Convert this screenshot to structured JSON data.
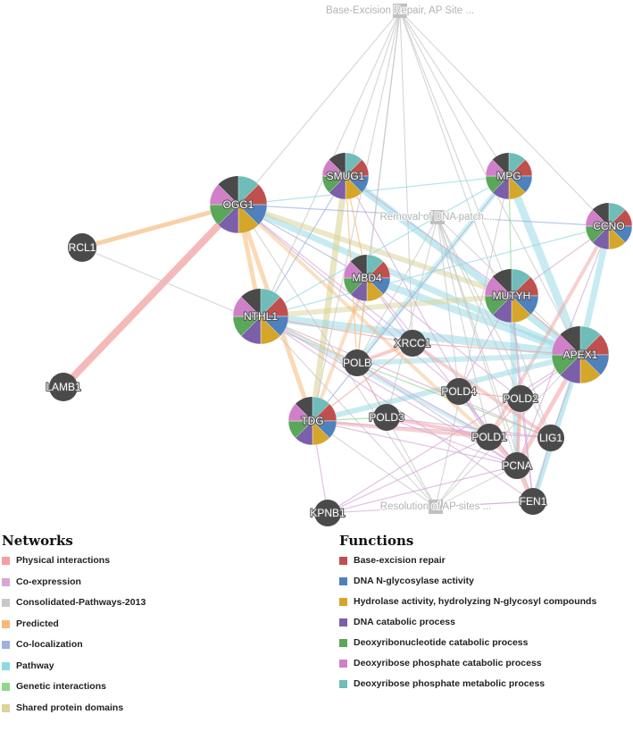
{
  "network": {
    "pathway_nodes": [
      {
        "id": "ber",
        "label": "Base-Excision Repair, AP Site ..."
      },
      {
        "id": "removal",
        "label": "Removal of DNA patch ..."
      },
      {
        "id": "resolution",
        "label": "Resolution of AP sites ..."
      }
    ],
    "gene_nodes": [
      {
        "id": "OGG1",
        "label": "OGG1",
        "pie": true
      },
      {
        "id": "SMUG1",
        "label": "SMUG1",
        "pie": true
      },
      {
        "id": "MPG",
        "label": "MPG",
        "pie": true
      },
      {
        "id": "CCNO",
        "label": "CCNO",
        "pie": true
      },
      {
        "id": "MBD4",
        "label": "MBD4",
        "pie": true
      },
      {
        "id": "MUTYH",
        "label": "MUTYH",
        "pie": true
      },
      {
        "id": "NTHL1",
        "label": "NTHL1",
        "pie": true
      },
      {
        "id": "APEX1",
        "label": "APEX1",
        "pie": true
      },
      {
        "id": "TDG",
        "label": "TDG",
        "pie": true
      },
      {
        "id": "RCL1",
        "label": "RCL1",
        "pie": false
      },
      {
        "id": "LAMB1",
        "label": "LAMB1",
        "pie": false
      },
      {
        "id": "XRCC1",
        "label": "XRCC1",
        "pie": false
      },
      {
        "id": "POLB",
        "label": "POLB",
        "pie": false
      },
      {
        "id": "POLD4",
        "label": "POLD4",
        "pie": false
      },
      {
        "id": "POLD2",
        "label": "POLD2",
        "pie": false
      },
      {
        "id": "POLD3",
        "label": "POLD3",
        "pie": false
      },
      {
        "id": "POLD1",
        "label": "POLD1",
        "pie": false
      },
      {
        "id": "LIG1",
        "label": "LIG1",
        "pie": false
      },
      {
        "id": "PCNA",
        "label": "PCNA",
        "pie": false
      },
      {
        "id": "FEN1",
        "label": "FEN1",
        "pie": false
      },
      {
        "id": "KPNB1",
        "label": "KPNB1",
        "pie": false
      }
    ]
  },
  "legend": {
    "networks": {
      "heading": "Networks",
      "items": [
        {
          "label": "Physical interactions",
          "color": "#f2a1a1"
        },
        {
          "label": "Co-expression",
          "color": "#d4a8d4"
        },
        {
          "label": "Consolidated-Pathways-2013",
          "color": "#c8c8c8"
        },
        {
          "label": "Predicted",
          "color": "#f5b979"
        },
        {
          "label": "Co-localization",
          "color": "#9fb1dd"
        },
        {
          "label": "Pathway",
          "color": "#8fd8e3"
        },
        {
          "label": "Genetic interactions",
          "color": "#8ed88e"
        },
        {
          "label": "Shared protein domains",
          "color": "#dcd39a"
        }
      ]
    },
    "functions": {
      "heading": "Functions",
      "items": [
        {
          "label": "Base-excision repair",
          "color": "#c0504d"
        },
        {
          "label": "DNA N-glycosylase activity",
          "color": "#4f81bd"
        },
        {
          "label": "Hydrolase activity, hydrolyzing N-glycosyl compounds",
          "color": "#d4a62a"
        },
        {
          "label": "DNA catabolic process",
          "color": "#7b5fa8"
        },
        {
          "label": "Deoxyribonucleotide catabolic process",
          "color": "#5aa65a"
        },
        {
          "label": "Deoxyribose phosphate catabolic process",
          "color": "#d07fc8"
        },
        {
          "label": "Deoxyribose phosphate metabolic process",
          "color": "#6fbcb8"
        }
      ]
    }
  }
}
